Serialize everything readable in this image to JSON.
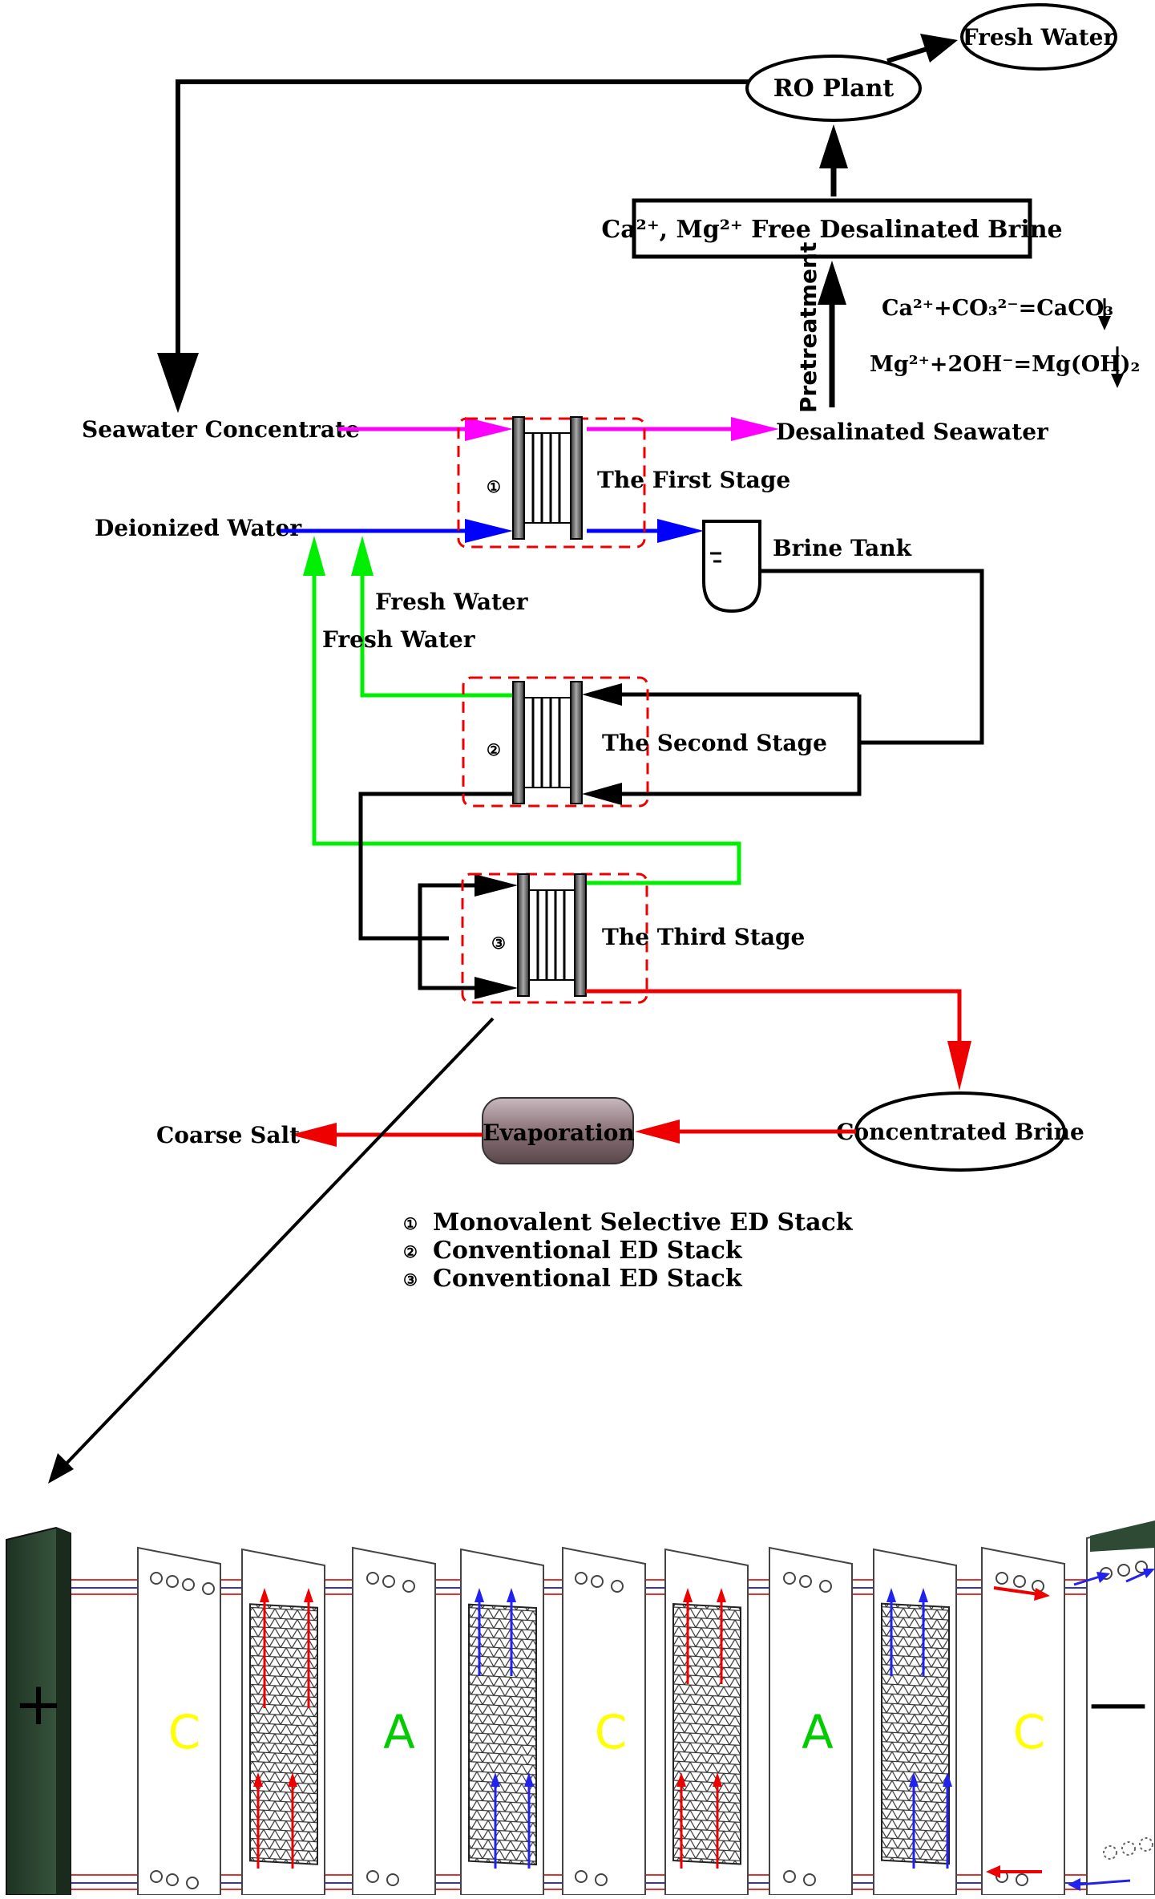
{
  "nodes": {
    "fresh_water_top": "Fresh Water",
    "ro_plant": "RO Plant",
    "free_brine": "Ca²⁺, Mg²⁺ Free Desalinated Brine",
    "pretreatment": "Pretreatment",
    "seawater_concentrate": "Seawater Concentrate",
    "deionized_water": "Deionized Water",
    "desalinated_seawater": "Desalinated Seawater",
    "brine_tank": "Brine Tank",
    "fresh_water_1": "Fresh Water",
    "fresh_water_2": "Fresh Water",
    "first_stage": "The First Stage",
    "second_stage": "The Second Stage",
    "third_stage": "The Third Stage",
    "concentrated_brine": "Concentrated Brine",
    "evaporation": "Evaporation",
    "coarse_salt": "Coarse Salt"
  },
  "reactions": {
    "r1": "Ca²⁺+CO₃²⁻=CaCO₃",
    "r2": "Mg²⁺+2OH⁻=Mg(OH)₂"
  },
  "stage_markers": [
    "①",
    "②",
    "③"
  ],
  "legend": [
    {
      "marker": "①",
      "text": "Monovalent Selective ED Stack"
    },
    {
      "marker": "②",
      "text": "Conventional ED Stack"
    },
    {
      "marker": "③",
      "text": "Conventional ED Stack"
    }
  ],
  "stack": {
    "anode": "+",
    "cathode": "—",
    "membranes": [
      "C",
      "A",
      "C",
      "A",
      "C"
    ]
  },
  "colors": {
    "seawater": "#ff00ff",
    "deionized": "#0000ff",
    "fresh": "#00ee00",
    "brine": "#ee0000",
    "line": "#000000",
    "cation_membrane": "#ffff00",
    "anion_membrane": "#00cc00",
    "electrode": "#2f4a34"
  }
}
